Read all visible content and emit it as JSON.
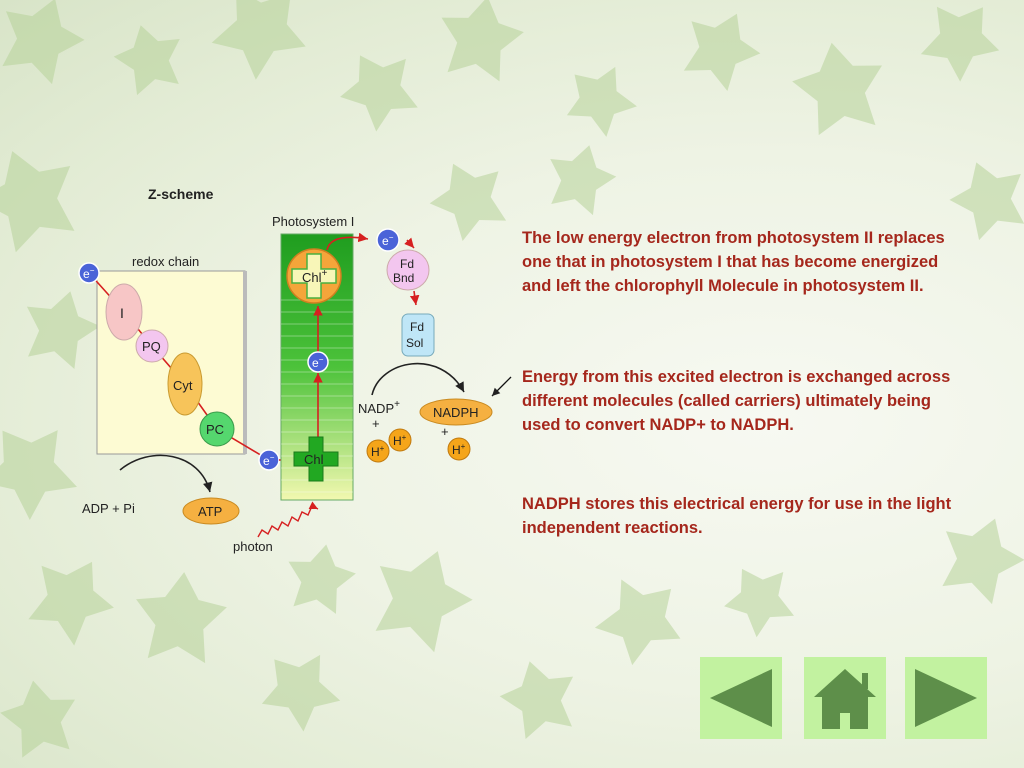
{
  "diagram": {
    "title": "Z-scheme",
    "redox_chain_label": "redox chain",
    "photosystem_label": "Photosystem I",
    "electron": "e",
    "electron_sup": "−",
    "carriers": [
      "I",
      "PQ",
      "Cyt",
      "PC"
    ],
    "chl_lower": "Chl",
    "chl_upper": "Chl",
    "chl_upper_sup": "+",
    "fd_bnd": [
      "Fd",
      "Bnd"
    ],
    "fd_sol": [
      "Fd",
      "Sol"
    ],
    "nadp": "NADP",
    "nadp_sup": "+",
    "plus": "+",
    "nadph": "NADPH",
    "hydrogen": "H",
    "hydrogen_sup": "+",
    "adp_pi": "ADP + Pi",
    "atp": "ATP",
    "photon": "photon"
  },
  "paragraphs": [
    "The low energy electron from photosystem II replaces one that in photosystem I that has become energized and left the chlorophyll Molecule in photosystem II.",
    "Energy from this excited electron is exchanged across different molecules (called carriers) ultimately being used to convert NADP+ to NADPH.",
    "NADPH stores this electrical energy for use in the light independent reactions."
  ],
  "nav": {
    "back_icon": "left-triangle-icon",
    "home_icon": "house-icon",
    "forward_icon": "right-triangle-icon",
    "button_color": "#c2f2a0",
    "icon_color": "#5e8f4a"
  }
}
